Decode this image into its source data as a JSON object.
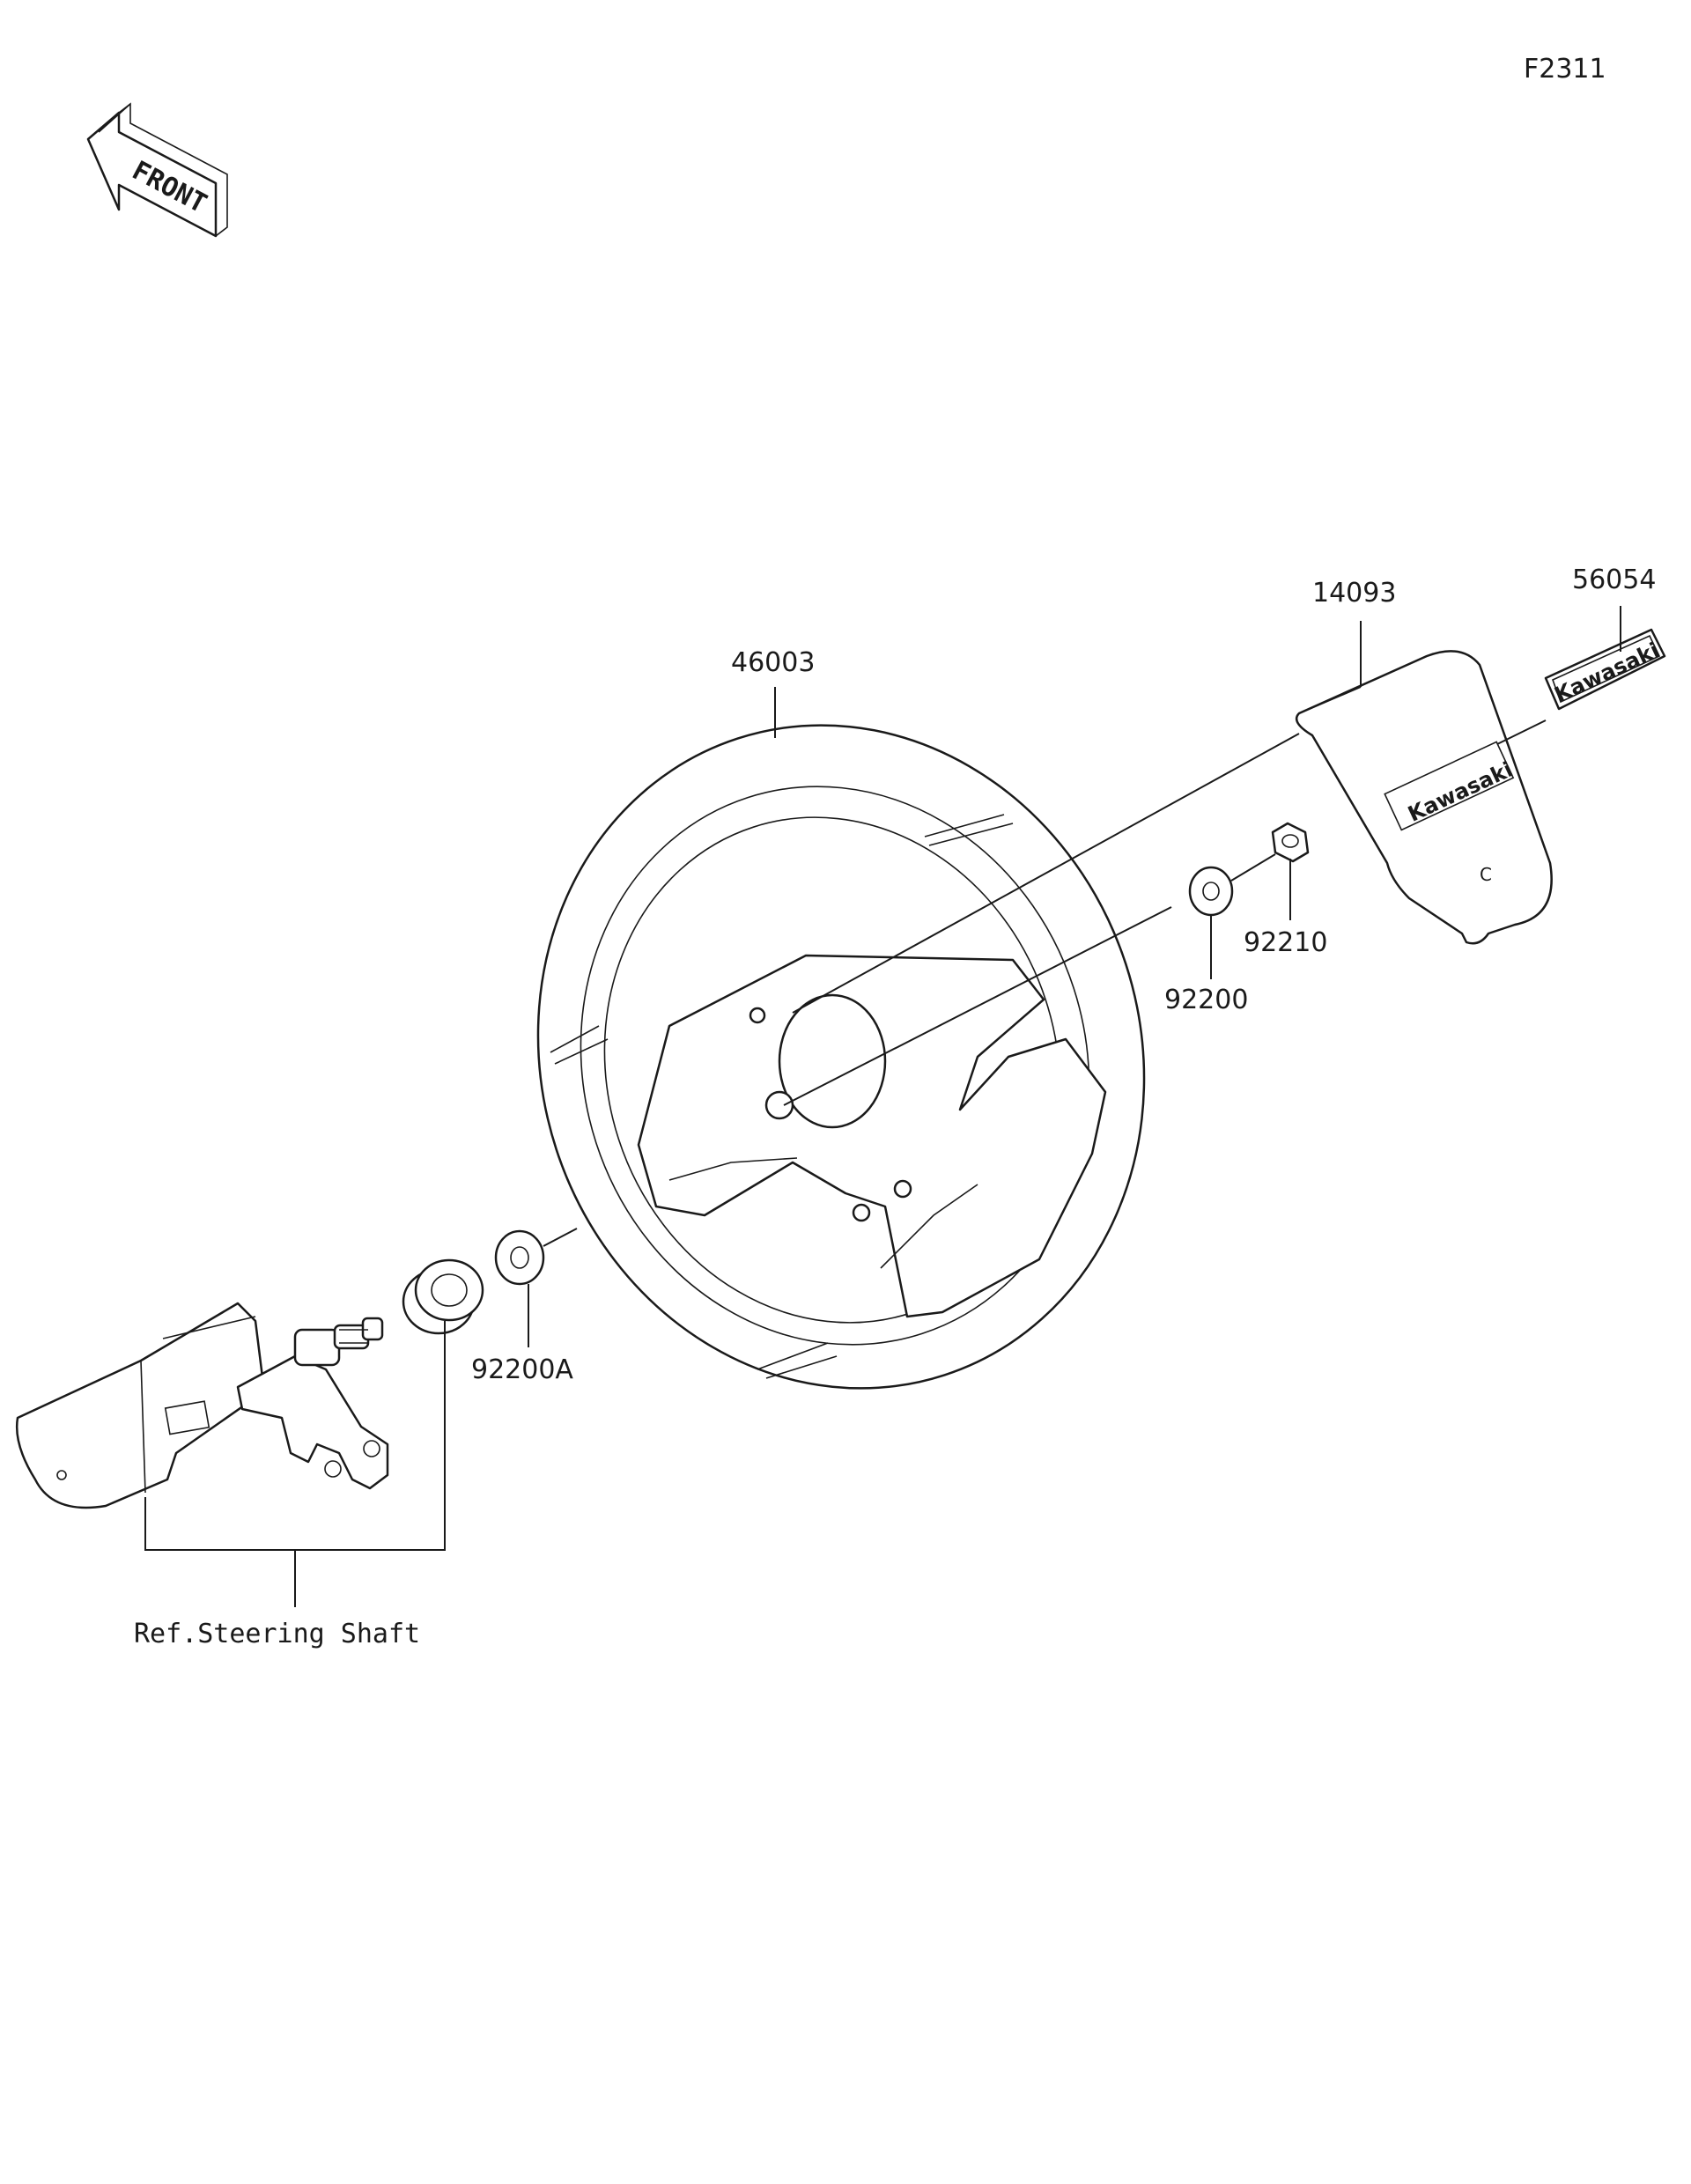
{
  "diagram_code": "F2311",
  "front_marker": "FRONT",
  "parts": {
    "p46003": "46003",
    "p14093": "14093",
    "p56054": "56054",
    "p92210": "92210",
    "p92200": "92200",
    "p92200A": "92200A"
  },
  "reference_label": "Ref.Steering Shaft",
  "emblem_text": "Kawasaki"
}
